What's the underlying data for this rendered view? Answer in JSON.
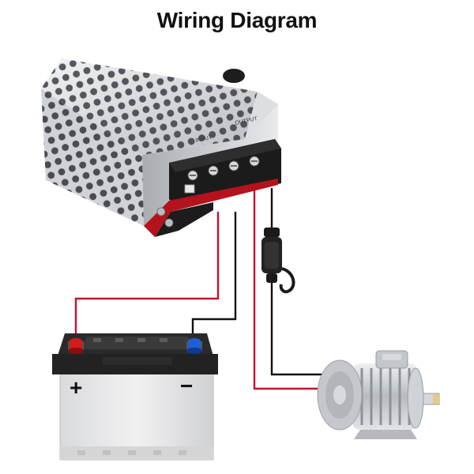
{
  "title": "Wiring Diagram",
  "controller": {
    "terminal_labels": [
      "INPUT",
      "OUTPUT"
    ]
  },
  "battery": {
    "positive_symbol": "+",
    "negative_symbol": "−"
  },
  "colors": {
    "positive_wire": "#c8102e",
    "negative_wire": "#111111",
    "positive_post": "#d41a1a",
    "negative_post": "#1f5fd6",
    "battery_lid": "#2a2a2a",
    "battery_case": "#e6e6e6",
    "metal": "#c9ccd0"
  }
}
